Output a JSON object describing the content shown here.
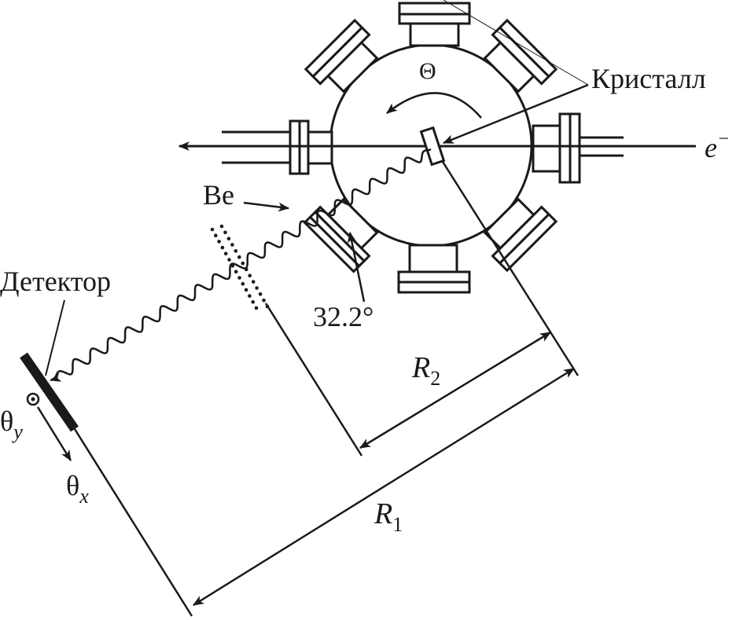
{
  "labels": {
    "rotation_angle": "Θ",
    "crystal": "Кристалл",
    "electron": "e",
    "electron_charge": "−",
    "beryllium_window": "Be",
    "detector": "Детектор",
    "angle_value": "32.2°",
    "r2_main": "R",
    "r2_sub": "2",
    "r1_main": "R",
    "r1_sub": "1",
    "theta_y_main": "θ",
    "theta_y_sub": "y",
    "theta_x_main": "θ",
    "theta_x_sub": "x"
  },
  "colors": {
    "ink": "#1a1a1a",
    "background": "#ffffff"
  }
}
